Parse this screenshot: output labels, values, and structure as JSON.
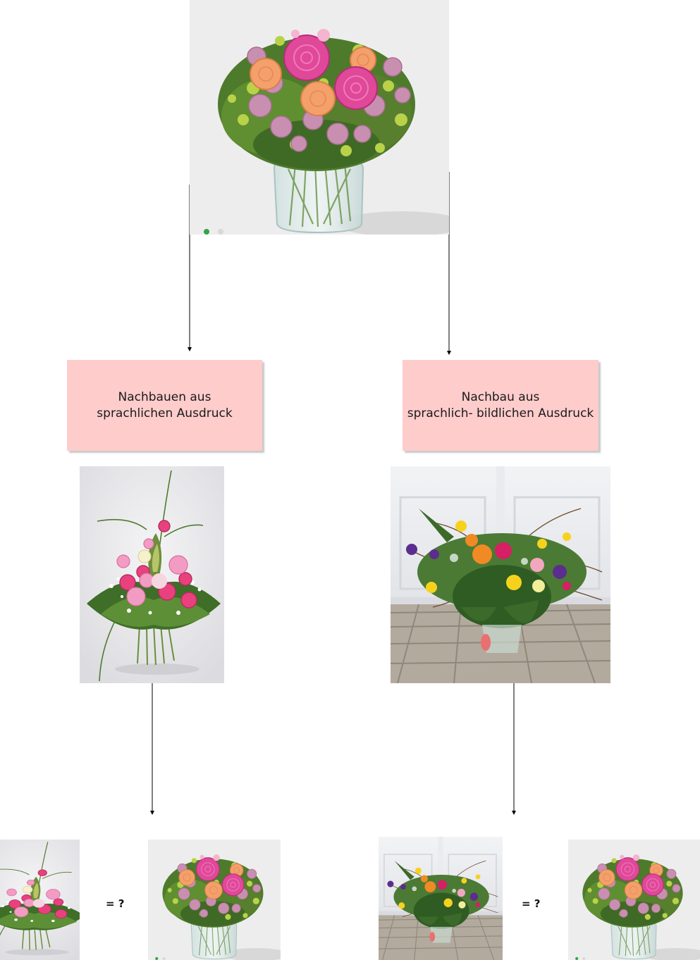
{
  "boxes": {
    "left": {
      "line1": "Nachbauen aus",
      "line2": "sprachlichen Ausdruck"
    },
    "right": {
      "line1": "Nachbau aus",
      "line2": "sprachlich- bildlichen Ausdruck"
    }
  },
  "comparison": {
    "left": "= ?",
    "right": "= ?"
  },
  "colors": {
    "box_fill": "#ffcccc",
    "arrow": "#000000"
  }
}
